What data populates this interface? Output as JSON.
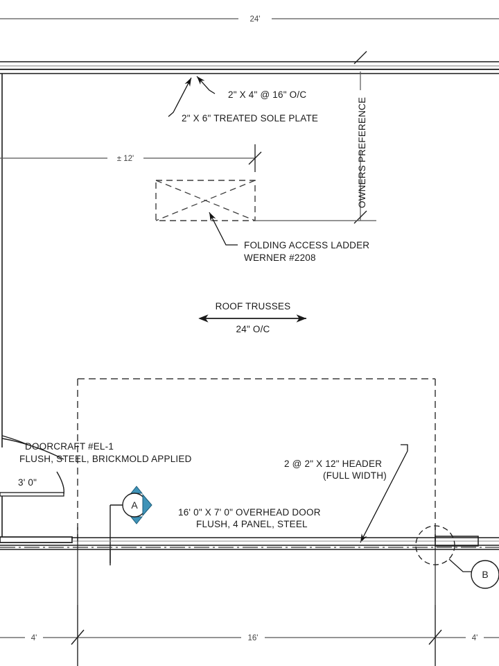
{
  "drawing": {
    "type": "architectural-floor-plan",
    "title": "Garage Floor Plan (partial)",
    "paper_color": "#ffffff",
    "ink_color": "#1a1a1a",
    "dim_color": "#555555",
    "accent_color": "#2e7fa8",
    "accent_color_light": "#5aa8c8"
  },
  "dimensions": {
    "overall_top": "24'",
    "interior_left": "± 12'",
    "vertical_right": "OWNERS PREFERENCE",
    "door_width": "3' 0\"",
    "bottom_left": "4'",
    "bottom_center": "16'",
    "bottom_right": "4'"
  },
  "annotations": {
    "stud_spacing": "2\" X 4\" @ 16\" O/C",
    "sole_plate": "2\" X 6\" TREATED SOLE PLATE",
    "ladder_line1": "FOLDING ACCESS LADDER",
    "ladder_line2": "WERNER #2208",
    "trusses_line1": "ROOF TRUSSES",
    "trusses_line2": "24\" O/C",
    "service_door_line1": "DOORCRAFT #EL-1",
    "service_door_line2": "FLUSH, STEEL, BRICKMOLD APPLIED",
    "overhead_door_line1": "16' 0\" X 7' 0\" OVERHEAD DOOR",
    "overhead_door_line2": "FLUSH, 4 PANEL, STEEL",
    "header_line1": "2 @ 2\" X 12\" HEADER",
    "header_line2": "(FULL WIDTH)"
  },
  "callouts": {
    "detail_a": "A",
    "detail_b": "B"
  }
}
